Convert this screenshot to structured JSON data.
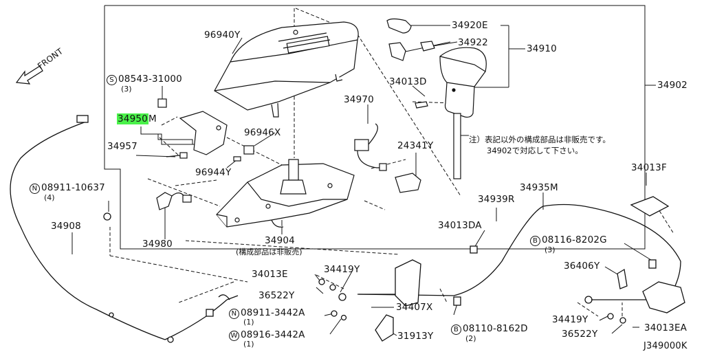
{
  "diagram_id": "J349000K",
  "direction_label": "FRONT",
  "highlight_color": "#4af24a",
  "note": {
    "line1": "注）表記以外の構成部品は非販売です。",
    "line2": "34902で対応して下さい。"
  },
  "parts": {
    "p96940Y": "96940Y",
    "p08543": "08543-31000",
    "p08543_prefix": "S",
    "p08543_qty": "(3)",
    "p34950": "34950",
    "p34950_suffix": "M",
    "p34957": "34957",
    "p96946X": "96946X",
    "p96944Y": "96944Y",
    "p34980": "34980",
    "p34904": "34904",
    "p34904_sub": "(構成部品は非販売)",
    "p34920E": "34920E",
    "p34922": "34922",
    "p34910": "34910",
    "p34013D": "34013D",
    "p34970": "34970",
    "p24341Y": "24341Y",
    "p34902": "34902",
    "p34013F": "34013F",
    "p34935M": "34935M",
    "p34939R": "34939R",
    "p34013DA": "34013DA",
    "p08116": "08116-8202G",
    "p08116_prefix": "B",
    "p08116_qty": "(3)",
    "p36406Y": "36406Y",
    "p08911_10637": "08911-10637",
    "p08911_10637_prefix": "N",
    "p08911_10637_qty": "(4)",
    "p34908": "34908",
    "p34013E": "34013E",
    "p34419Y_a": "34419Y",
    "p36522Y_a": "36522Y",
    "p08911_3442A": "08911-3442A",
    "p08911_3442A_prefix": "N",
    "p08911_3442A_qty": "(1)",
    "p08916_3442A": "08916-3442A",
    "p08916_3442A_prefix": "W",
    "p08916_3442A_qty": "(1)",
    "p34407X": "34407X",
    "p08110": "08110-8162D",
    "p08110_prefix": "B",
    "p08110_qty": "(2)",
    "p31913Y": "31913Y",
    "p34419Y_b": "34419Y",
    "p36522Y_b": "36522Y",
    "p34013EA": "34013EA"
  }
}
